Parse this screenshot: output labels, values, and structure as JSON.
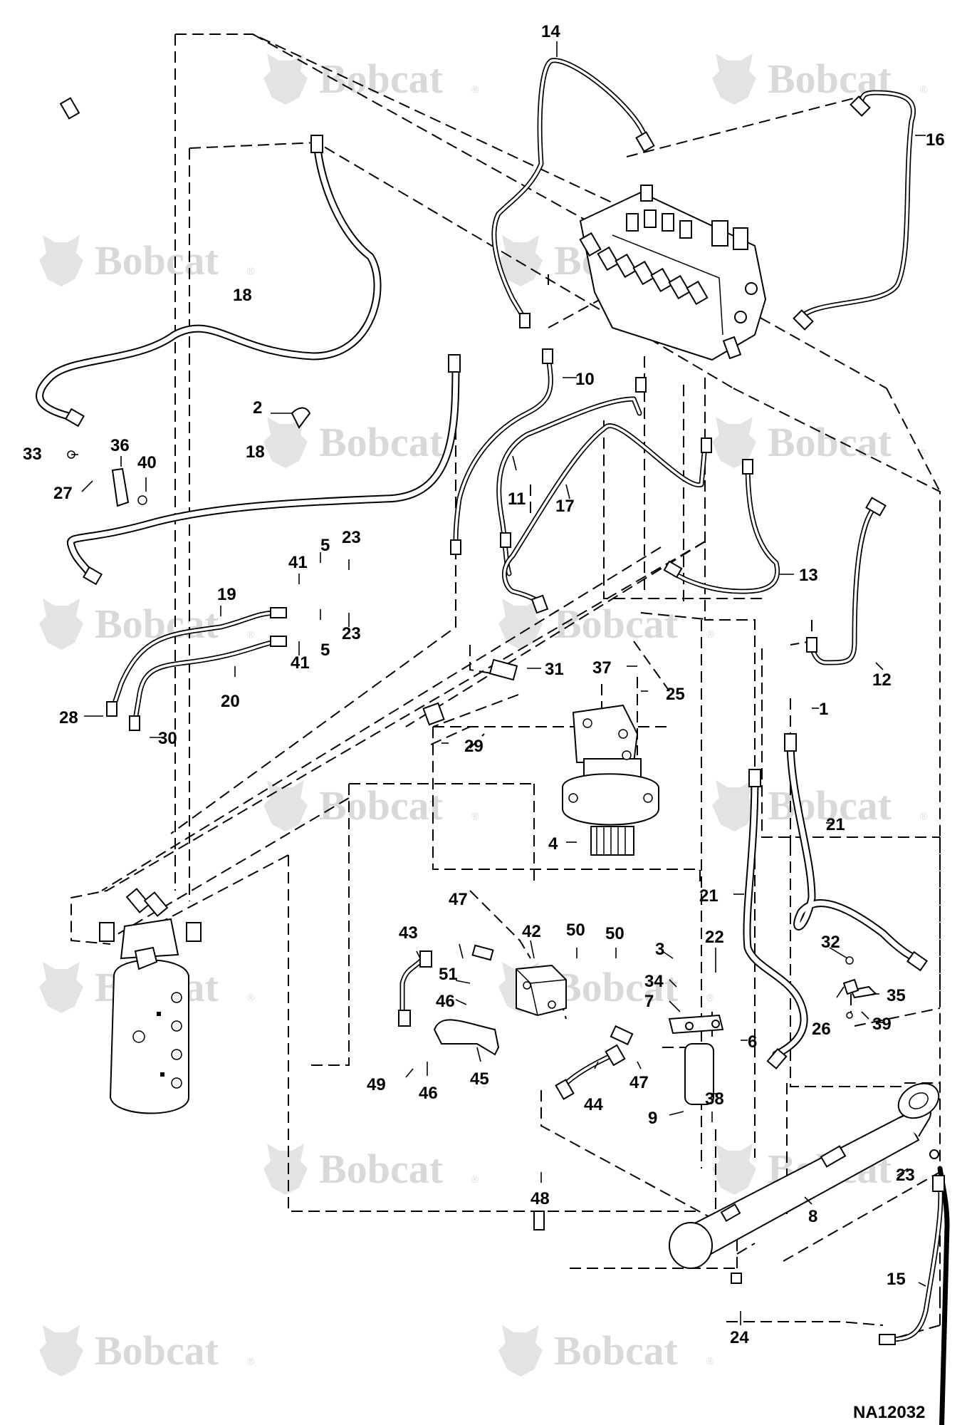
{
  "watermark": {
    "brand": "Bobcat",
    "reg_mark": "®"
  },
  "drawing_id": "NA12032",
  "callouts": [
    {
      "label": "1"
    },
    {
      "label": "2"
    },
    {
      "label": "3"
    },
    {
      "label": "4"
    },
    {
      "label": "5"
    },
    {
      "label": "5"
    },
    {
      "label": "6"
    },
    {
      "label": "7"
    },
    {
      "label": "8"
    },
    {
      "label": "9"
    },
    {
      "label": "10"
    },
    {
      "label": "11"
    },
    {
      "label": "12"
    },
    {
      "label": "13"
    },
    {
      "label": "14"
    },
    {
      "label": "15"
    },
    {
      "label": "16"
    },
    {
      "label": "17"
    },
    {
      "label": "18"
    },
    {
      "label": "18"
    },
    {
      "label": "19"
    },
    {
      "label": "20"
    },
    {
      "label": "21"
    },
    {
      "label": "21"
    },
    {
      "label": "22"
    },
    {
      "label": "23"
    },
    {
      "label": "23"
    },
    {
      "label": "23"
    },
    {
      "label": "24"
    },
    {
      "label": "25"
    },
    {
      "label": "26"
    },
    {
      "label": "27"
    },
    {
      "label": "28"
    },
    {
      "label": "29"
    },
    {
      "label": "30"
    },
    {
      "label": "31"
    },
    {
      "label": "32"
    },
    {
      "label": "33"
    },
    {
      "label": "34"
    },
    {
      "label": "35"
    },
    {
      "label": "36"
    },
    {
      "label": "37"
    },
    {
      "label": "38"
    },
    {
      "label": "39"
    },
    {
      "label": "40"
    },
    {
      "label": "41"
    },
    {
      "label": "41"
    },
    {
      "label": "42"
    },
    {
      "label": "43"
    },
    {
      "label": "44"
    },
    {
      "label": "45"
    },
    {
      "label": "46"
    },
    {
      "label": "46"
    },
    {
      "label": "47"
    },
    {
      "label": "47"
    },
    {
      "label": "48"
    },
    {
      "label": "49"
    },
    {
      "label": "50"
    },
    {
      "label": "50"
    },
    {
      "label": "51"
    }
  ]
}
